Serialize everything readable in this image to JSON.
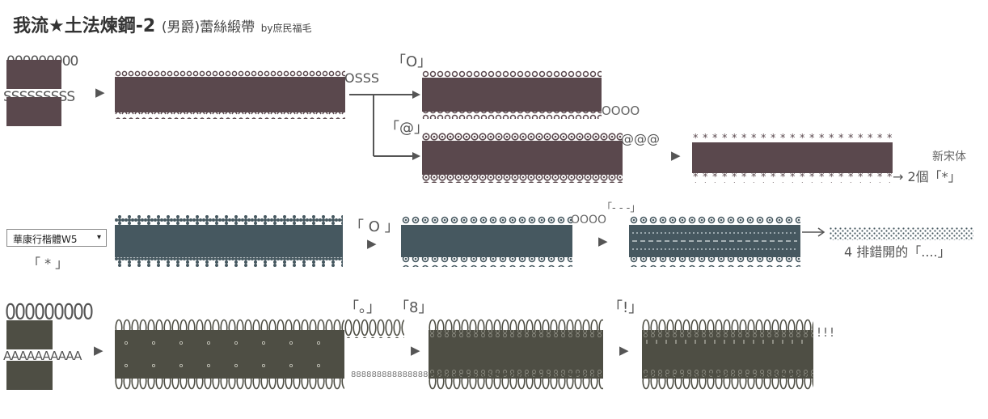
{
  "header": {
    "title": "我流★土法煉鋼-2",
    "subtitle": "(男爵)蕾絲緞帶",
    "byline": "by庶民福毛"
  },
  "row1": {
    "input_text_o": "000000000",
    "input_text_s": "SSSSSSSSS",
    "merged_text": "OSSS",
    "quote_o": "「O」",
    "o_overflow": "OOOO",
    "quote_at": "「@」",
    "at_overflow": "@@@",
    "font_name": "新宋体",
    "result_text": "→ 2個「*」",
    "color": "#5a484d"
  },
  "row2": {
    "font_select": "華康行楷體W5",
    "quote_star": "「 * 」",
    "quote_o2": "「 O 」",
    "o_overflow": "OOOO",
    "quote_dash": "「- - -」",
    "result_text": "4 排錯開的「....」",
    "color": "#465860"
  },
  "row3": {
    "input_text_o": "000000000",
    "input_text_a": "AAAAAAAAAA",
    "quote_dot": "「。」",
    "quote_8": "「8」",
    "eight_text": "888888888888888",
    "quote_excl": "「!」",
    "excl_text": "!!!",
    "color": "#4e4e44"
  },
  "icons": {
    "step_arrow": "▶",
    "down_arrow": "▾"
  }
}
